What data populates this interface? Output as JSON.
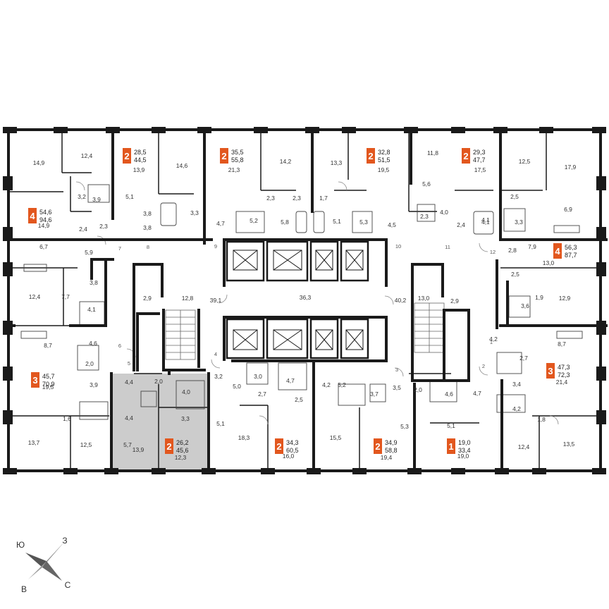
{
  "colors": {
    "accent": "#e2571e",
    "wall": "#1a1a1a",
    "selected": "#cccccc"
  },
  "compass": {
    "n": "Ю",
    "e": "З",
    "w": "В",
    "s": "С"
  },
  "apartments": [
    {
      "rooms": "2",
      "living": "28,5",
      "total": "44,5"
    },
    {
      "rooms": "2",
      "living": "35,5",
      "total": "55,8"
    },
    {
      "rooms": "2",
      "living": "32,8",
      "total": "51,5"
    },
    {
      "rooms": "2",
      "living": "29,3",
      "total": "47,7"
    },
    {
      "rooms": "4",
      "living": "54,6",
      "total": "94,6"
    },
    {
      "rooms": "4",
      "living": "56,3",
      "total": "87,7"
    },
    {
      "rooms": "3",
      "living": "45,7",
      "total": "70,9"
    },
    {
      "rooms": "3",
      "living": "47,3",
      "total": "72,3"
    },
    {
      "rooms": "2",
      "living": "26,2",
      "total": "45,6",
      "selected": true
    },
    {
      "rooms": "2",
      "living": "34,3",
      "total": "60,5"
    },
    {
      "rooms": "2",
      "living": "34,9",
      "total": "58,8"
    },
    {
      "rooms": "1",
      "living": "19,0",
      "total": "33,4"
    }
  ],
  "room_labels": [
    "14,9",
    "12,4",
    "13,9",
    "14,6",
    "21,3",
    "14,2",
    "13,3",
    "19,5",
    "11,8",
    "17,5",
    "12,5",
    "17,9",
    "3,2",
    "3,9",
    "5,1",
    "3,8",
    "3,3",
    "2,3",
    "2,3",
    "1,7",
    "5,6",
    "2,3",
    "4,0",
    "4,1",
    "2,5",
    "3,3",
    "6,9",
    "14,9",
    "2,4",
    "2,3",
    "3,8",
    "4,7",
    "5,2",
    "5,8",
    "5,1",
    "5,3",
    "4,5",
    "4,1",
    "2,4",
    "6,7",
    "5,9",
    "3,8",
    "12,4",
    "7,7",
    "4,1",
    "2,9",
    "12,8",
    "39,1",
    "36,3",
    "40,2",
    "13,0",
    "2,9",
    "2,8",
    "7,9",
    "13,0",
    "2,5",
    "3,6",
    "1,9",
    "12,9",
    "4,6",
    "8,7",
    "2,0",
    "3,9",
    "19,5",
    "4,4",
    "2,0",
    "4,0",
    "3,2",
    "5,0",
    "3,0",
    "4,7",
    "4,2",
    "5,2",
    "3,5",
    "2,0",
    "4,6",
    "4,7",
    "4,2",
    "8,7",
    "2,7",
    "21,4",
    "3,4",
    "4,2",
    "4,4",
    "5,7",
    "3,3",
    "2,7",
    "2,5",
    "3,7",
    "5,3",
    "1,6",
    "1,8",
    "13,7",
    "12,5",
    "13,9",
    "12,3",
    "5,1",
    "18,3",
    "16,0",
    "15,5",
    "19,4",
    "5,1",
    "19,0",
    "12,4",
    "13,5"
  ],
  "door_numbers": [
    "7",
    "8",
    "9",
    "10",
    "11",
    "12",
    "6",
    "5",
    "4",
    "3",
    "2",
    "1"
  ]
}
